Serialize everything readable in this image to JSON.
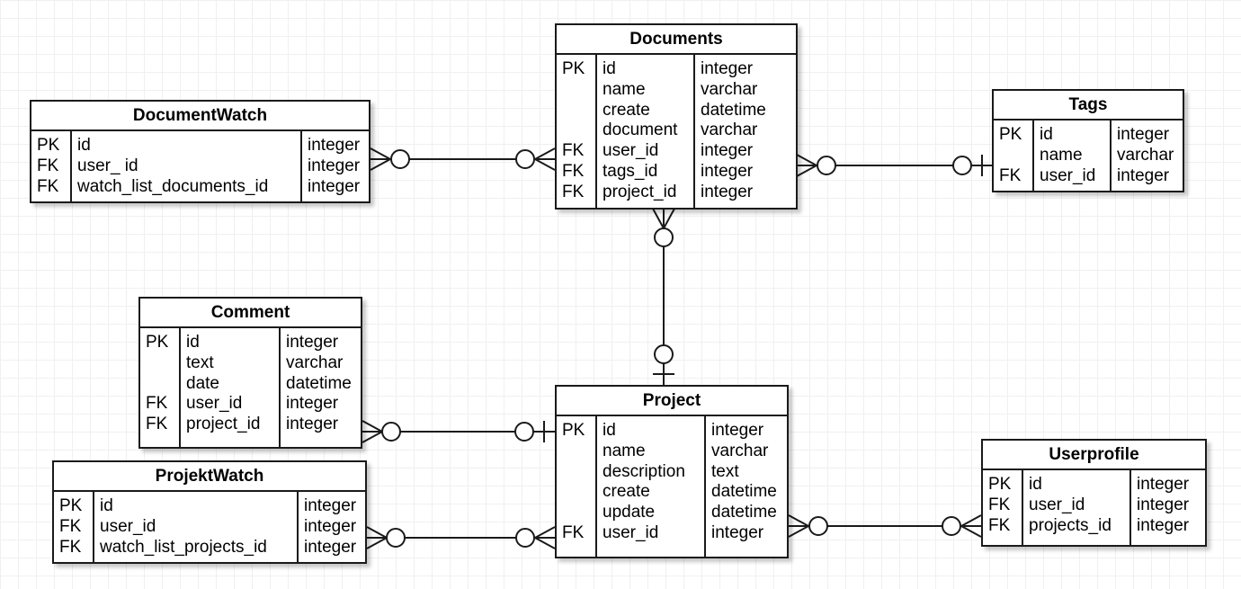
{
  "entities": {
    "documents": {
      "title": "Documents",
      "keys": [
        "PK",
        "",
        "",
        "",
        "FK",
        "FK",
        "FK"
      ],
      "fields": [
        "id",
        "name",
        "create",
        "document",
        "user_id",
        "tags_id",
        "project_id"
      ],
      "types": [
        "integer",
        "varchar",
        "datetime",
        "varchar",
        "integer",
        "integer",
        "integer"
      ]
    },
    "document_watch": {
      "title": "DocumentWatch",
      "keys": [
        "PK",
        "FK",
        "FK"
      ],
      "fields": [
        "id",
        "user_ id",
        "watch_list_documents_id"
      ],
      "types": [
        "integer",
        "integer",
        "integer"
      ]
    },
    "tags": {
      "title": "Tags",
      "keys": [
        "PK",
        "",
        "FK"
      ],
      "fields": [
        "id",
        "name",
        "user_id"
      ],
      "types": [
        "integer",
        "varchar",
        "integer"
      ]
    },
    "comment": {
      "title": "Comment",
      "keys": [
        "PK",
        "",
        "",
        "FK",
        "FK"
      ],
      "fields": [
        "id",
        "text",
        "date",
        "user_id",
        "project_id"
      ],
      "types": [
        "integer",
        "varchar",
        "datetime",
        "integer",
        "integer"
      ]
    },
    "project": {
      "title": "Project",
      "keys": [
        "PK",
        "",
        "",
        "",
        "",
        "FK"
      ],
      "fields": [
        "id",
        "name",
        "description",
        "create",
        "update",
        "user_id"
      ],
      "types": [
        "integer",
        "varchar",
        "text",
        "datetime",
        "datetime",
        "integer"
      ]
    },
    "projekt_watch": {
      "title": "ProjektWatch",
      "keys": [
        "PK",
        "FK",
        "FK"
      ],
      "fields": [
        "id",
        "user_id",
        "watch_list_projects_id"
      ],
      "types": [
        "integer",
        "integer",
        "integer"
      ]
    },
    "userprofile": {
      "title": "Userprofile",
      "keys": [
        "PK",
        "FK",
        "FK"
      ],
      "fields": [
        "id",
        "user_id",
        "projects_id"
      ],
      "types": [
        "integer",
        "integer",
        "integer"
      ]
    }
  },
  "relationships": [
    {
      "from": "DocumentWatch",
      "from_end": "zero-or-many",
      "to": "Documents",
      "to_end": "zero-or-many"
    },
    {
      "from": "Documents",
      "from_end": "zero-or-many",
      "to": "Tags",
      "to_end": "zero-or-one"
    },
    {
      "from": "Documents",
      "from_end": "zero-or-many",
      "to": "Project",
      "to_end": "zero-or-one"
    },
    {
      "from": "Comment",
      "from_end": "zero-or-many",
      "to": "Project",
      "to_end": "zero-or-one"
    },
    {
      "from": "ProjektWatch",
      "from_end": "zero-or-many",
      "to": "Project",
      "to_end": "zero-or-many"
    },
    {
      "from": "Project",
      "from_end": "zero-or-many",
      "to": "Userprofile",
      "to_end": "zero-or-many"
    }
  ],
  "colors": {
    "line": "#1a1a1a",
    "background": "#ffffff",
    "grid": "#f0f0f0"
  }
}
